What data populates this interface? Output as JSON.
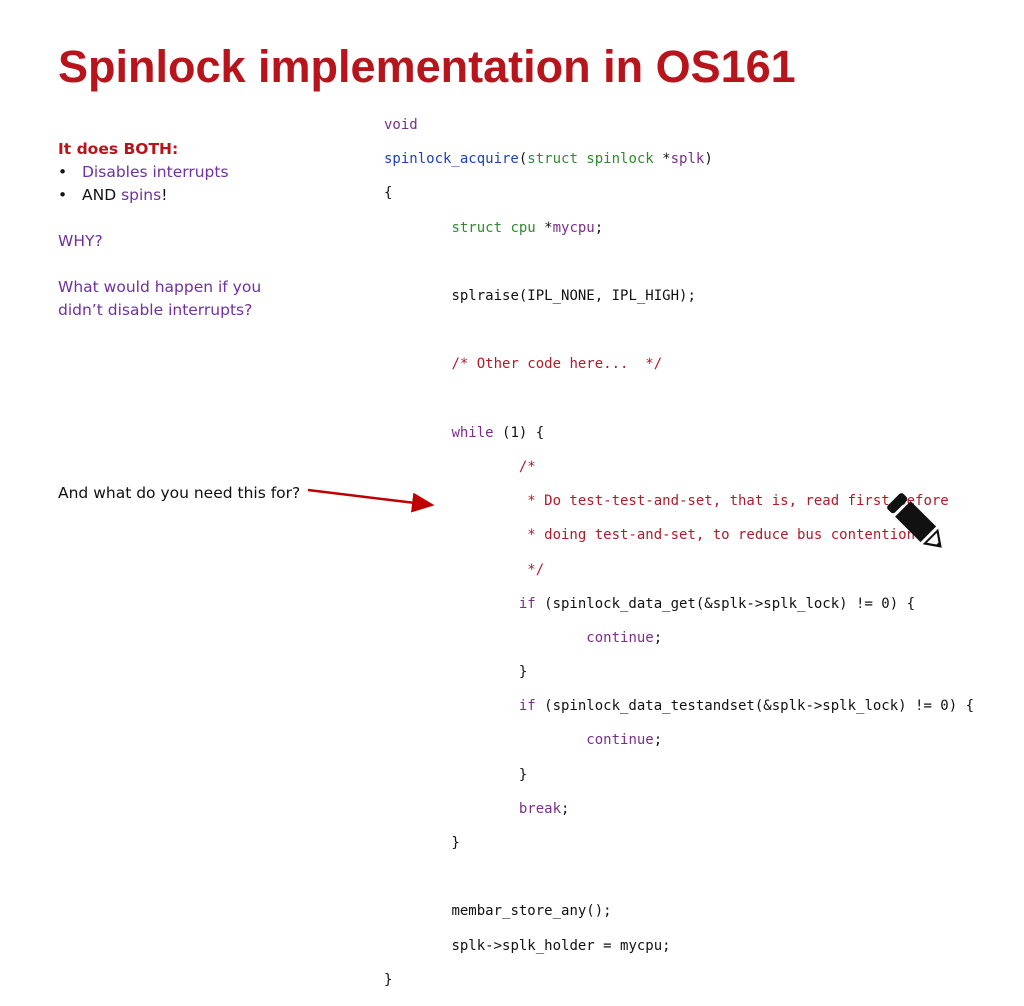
{
  "title": "Spinlock implementation in OS161",
  "left": {
    "heading": "It does BOTH:",
    "bullets": [
      {
        "prefix": "",
        "text": "Disables interrupts"
      },
      {
        "prefix": "AND ",
        "highlight": "spins",
        "suffix": "!"
      }
    ],
    "why": "WHY?",
    "question_line1": "What would happen if you",
    "question_line2": "didn’t disable interrupts?",
    "bottom_question": "And what do you need this for?"
  },
  "code": {
    "l1": "void",
    "fn_name": "spinlock_acquire",
    "type_struct": "struct spinlock",
    "param": "splk",
    "cpu_struct": "struct cpu",
    "mycpu": "mycpu",
    "splraise": "splraise(IPL_NONE, IPL_HIGH);",
    "comment_other": "/* Other code here...  */",
    "while_kw": "while",
    "while_rest": " (1) {",
    "c1": "/*",
    "c2": " * Do test-test-and-set, that is, read first before",
    "c3": " * doing test-and-set, to reduce bus contention.",
    "c4": " */",
    "if_kw": "if",
    "if1_rest": " (spinlock_data_get(&splk->splk_lock) != 0) {",
    "continue_kw": "continue",
    "if2_rest": " (spinlock_data_testandset(&splk->splk_lock) != 0) {",
    "break_kw": "break",
    "membar": "membar_store_any();",
    "holder": "splk->splk_holder = mycpu;"
  },
  "icons": {
    "pencil": "pencil-icon",
    "arrow": "pointer-arrow"
  },
  "colors": {
    "title": "#b7141b",
    "purple": "#7030a0",
    "arrow": "#c00000"
  }
}
